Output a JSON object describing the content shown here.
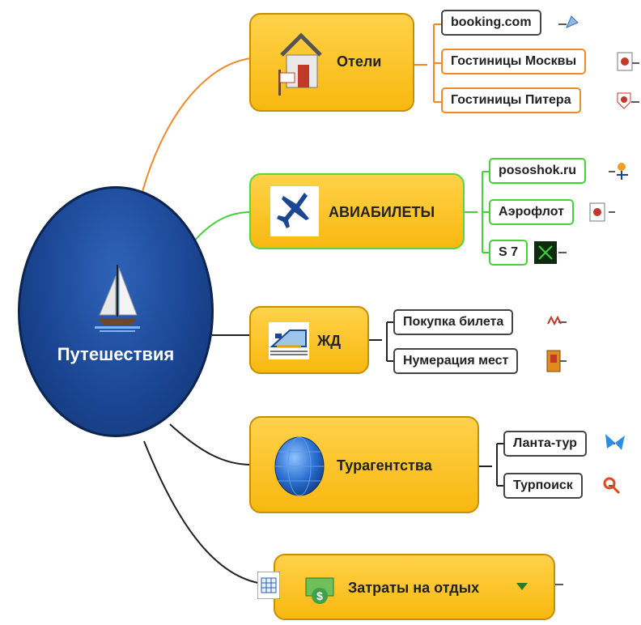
{
  "central": {
    "title": "Путешествия",
    "icon": "sailboat-icon"
  },
  "topics": {
    "hotels": {
      "label": "Отели",
      "icon": "house-icon"
    },
    "flights": {
      "label": "АВИАБИЛЕТЫ",
      "icon": "airplane-icon"
    },
    "rail": {
      "label": "ЖД",
      "icon": "train-icon"
    },
    "agencies": {
      "label": "Турагентства",
      "icon": "globe-icon"
    },
    "costs": {
      "label": "Затраты на отдых",
      "icon": "money-icon",
      "attachment_icon": "spreadsheet-icon",
      "expand_icon": "triangle-down-icon"
    }
  },
  "subtopics": {
    "hotels": [
      "booking.com",
      "Гостиницы Москвы",
      "Гостиницы Питера"
    ],
    "flights": [
      "pososhok.ru",
      "Аэрофлот",
      "S 7"
    ],
    "rail": [
      "Покупка билета",
      "Нумерация мест"
    ],
    "agencies": [
      "Ланта-тур",
      "Турпоиск"
    ]
  },
  "colors": {
    "topic_fill": "#ffc72a",
    "central_fill": "#1b4694",
    "hotels_branch": "#ef8a2a",
    "flights_branch": "#46d03a",
    "default_branch": "#222222"
  }
}
